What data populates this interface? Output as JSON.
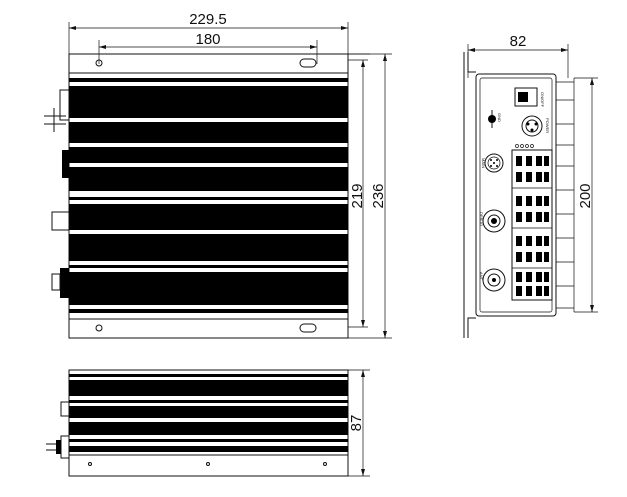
{
  "dimensions": {
    "top_overall_width": "229.5",
    "top_hole_spacing": "180",
    "top_height_inner": "219",
    "top_height_outer": "236",
    "end_width": "82",
    "end_height": "200",
    "side_height": "87"
  },
  "end_panel": {
    "switch_label": "ON/OFF",
    "power_label": "POWER",
    "port_labels": [
      "GND",
      "MAIN",
      "DEBUG",
      "ANT"
    ]
  },
  "colors": {
    "ink": "#111111",
    "fin": "#000000",
    "paper": "#ffffff"
  }
}
